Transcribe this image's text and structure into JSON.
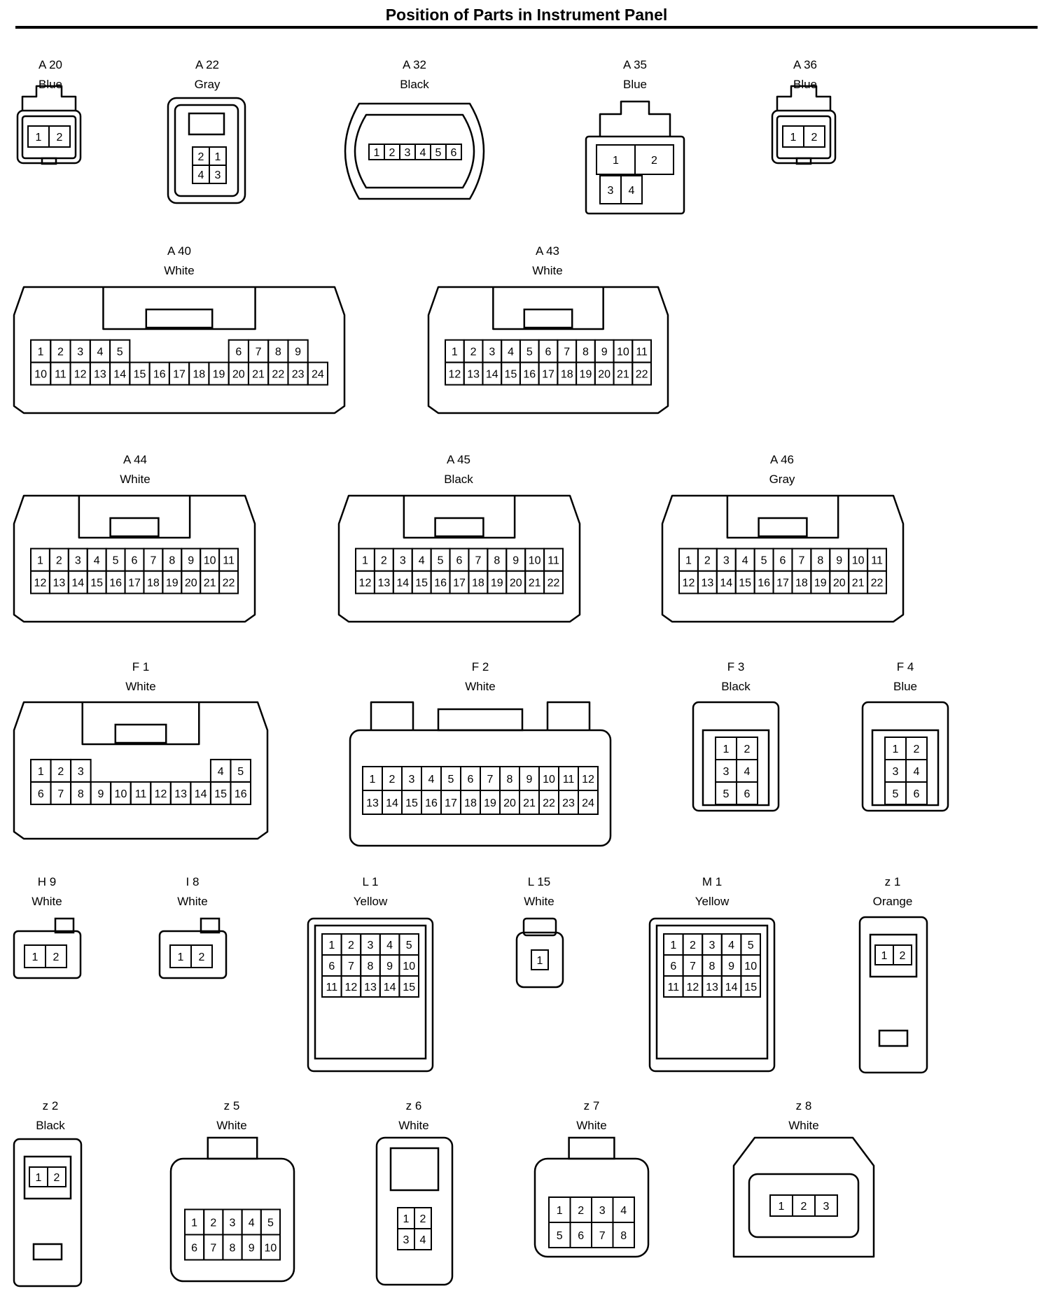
{
  "title": "Position of Parts in Instrument Panel",
  "colors": {
    "ink": "#000000",
    "paper": "#ffffff"
  },
  "connectors": [
    {
      "id": "A 20",
      "color": "Blue",
      "style": "small",
      "rows": [
        [
          "1",
          "2"
        ]
      ]
    },
    {
      "id": "A 22",
      "color": "Gray",
      "style": "tall",
      "rows": [
        [
          "2",
          "1"
        ],
        [
          "4",
          "3"
        ]
      ]
    },
    {
      "id": "A 32",
      "color": "Black",
      "style": "oval",
      "rows": [
        [
          "1",
          "2",
          "3",
          "4",
          "5",
          "6"
        ]
      ]
    },
    {
      "id": "A 35",
      "color": "Blue",
      "style": "quad",
      "rows": [
        [
          "1",
          "2"
        ],
        [
          "3",
          "4"
        ]
      ]
    },
    {
      "id": "A 36",
      "color": "Blue",
      "style": "small",
      "rows": [
        [
          "1",
          "2"
        ]
      ]
    },
    {
      "id": "A 40",
      "color": "White",
      "style": "wide-split",
      "rows": [
        [
          "1",
          "2",
          "3",
          "4",
          "5",
          "",
          "",
          "",
          "",
          "",
          "6",
          "7",
          "8",
          "9"
        ],
        [
          "10",
          "11",
          "12",
          "13",
          "14",
          "15",
          "16",
          "17",
          "18",
          "19",
          "20",
          "21",
          "22",
          "23",
          "24"
        ]
      ]
    },
    {
      "id": "A 43",
      "color": "White",
      "style": "wide",
      "rows": [
        [
          "1",
          "2",
          "3",
          "4",
          "5",
          "6",
          "7",
          "8",
          "9",
          "10",
          "11"
        ],
        [
          "12",
          "13",
          "14",
          "15",
          "16",
          "17",
          "18",
          "19",
          "20",
          "21",
          "22"
        ]
      ]
    },
    {
      "id": "A 44",
      "color": "White",
      "style": "wide",
      "rows": [
        [
          "1",
          "2",
          "3",
          "4",
          "5",
          "6",
          "7",
          "8",
          "9",
          "10",
          "11"
        ],
        [
          "12",
          "13",
          "14",
          "15",
          "16",
          "17",
          "18",
          "19",
          "20",
          "21",
          "22"
        ]
      ]
    },
    {
      "id": "A 45",
      "color": "Black",
      "style": "wide",
      "rows": [
        [
          "1",
          "2",
          "3",
          "4",
          "5",
          "6",
          "7",
          "8",
          "9",
          "10",
          "11"
        ],
        [
          "12",
          "13",
          "14",
          "15",
          "16",
          "17",
          "18",
          "19",
          "20",
          "21",
          "22"
        ]
      ]
    },
    {
      "id": "A 46",
      "color": "Gray",
      "style": "wide",
      "rows": [
        [
          "1",
          "2",
          "3",
          "4",
          "5",
          "6",
          "7",
          "8",
          "9",
          "10",
          "11"
        ],
        [
          "12",
          "13",
          "14",
          "15",
          "16",
          "17",
          "18",
          "19",
          "20",
          "21",
          "22"
        ]
      ]
    },
    {
      "id": "F 1",
      "color": "White",
      "style": "wide-split",
      "rows": [
        [
          "1",
          "2",
          "3",
          "",
          "",
          "",
          "",
          "",
          "",
          "4",
          "5"
        ],
        [
          "6",
          "7",
          "8",
          "9",
          "10",
          "11",
          "12",
          "13",
          "14",
          "15",
          "16"
        ]
      ]
    },
    {
      "id": "F 2",
      "color": "White",
      "style": "towers",
      "rows": [
        [
          "1",
          "2",
          "3",
          "4",
          "5",
          "6",
          "7",
          "8",
          "9",
          "10",
          "11",
          "12"
        ],
        [
          "13",
          "14",
          "15",
          "16",
          "17",
          "18",
          "19",
          "20",
          "21",
          "22",
          "23",
          "24"
        ]
      ]
    },
    {
      "id": "F 3",
      "color": "Black",
      "style": "column",
      "rows": [
        [
          "1",
          "2"
        ],
        [
          "3",
          "4"
        ],
        [
          "5",
          "6"
        ]
      ]
    },
    {
      "id": "F 4",
      "color": "Blue",
      "style": "column",
      "rows": [
        [
          "1",
          "2"
        ],
        [
          "3",
          "4"
        ],
        [
          "5",
          "6"
        ]
      ]
    },
    {
      "id": "H 9",
      "color": "White",
      "style": "tab",
      "rows": [
        [
          "1",
          "2"
        ]
      ]
    },
    {
      "id": "I 8",
      "color": "White",
      "style": "tab",
      "rows": [
        [
          "1",
          "2"
        ]
      ]
    },
    {
      "id": "L 1",
      "color": "Yellow",
      "style": "grid",
      "rows": [
        [
          "1",
          "2",
          "3",
          "4",
          "5"
        ],
        [
          "6",
          "7",
          "8",
          "9",
          "10"
        ],
        [
          "11",
          "12",
          "13",
          "14",
          "15"
        ]
      ]
    },
    {
      "id": "L 15",
      "color": "White",
      "style": "single",
      "rows": [
        [
          "1"
        ]
      ]
    },
    {
      "id": "M 1",
      "color": "Yellow",
      "style": "grid",
      "rows": [
        [
          "1",
          "2",
          "3",
          "4",
          "5"
        ],
        [
          "6",
          "7",
          "8",
          "9",
          "10"
        ],
        [
          "11",
          "12",
          "13",
          "14",
          "15"
        ]
      ]
    },
    {
      "id": "z 1",
      "color": "Orange",
      "style": "long",
      "rows": [
        [
          "1",
          "2"
        ]
      ]
    },
    {
      "id": "z 2",
      "color": "Black",
      "style": "long",
      "rows": [
        [
          "1",
          "2"
        ]
      ]
    },
    {
      "id": "z 5",
      "color": "White",
      "style": "block",
      "rows": [
        [
          "1",
          "2",
          "3",
          "4",
          "5"
        ],
        [
          "6",
          "7",
          "8",
          "9",
          "10"
        ]
      ]
    },
    {
      "id": "z 6",
      "color": "White",
      "style": "narrow",
      "rows": [
        [
          "1",
          "2"
        ],
        [
          "3",
          "4"
        ]
      ]
    },
    {
      "id": "z 7",
      "color": "White",
      "style": "block",
      "rows": [
        [
          "1",
          "2",
          "3",
          "4"
        ],
        [
          "5",
          "6",
          "7",
          "8"
        ]
      ]
    },
    {
      "id": "z 8",
      "color": "White",
      "style": "cap",
      "rows": [
        [
          "1",
          "2",
          "3"
        ]
      ]
    }
  ]
}
